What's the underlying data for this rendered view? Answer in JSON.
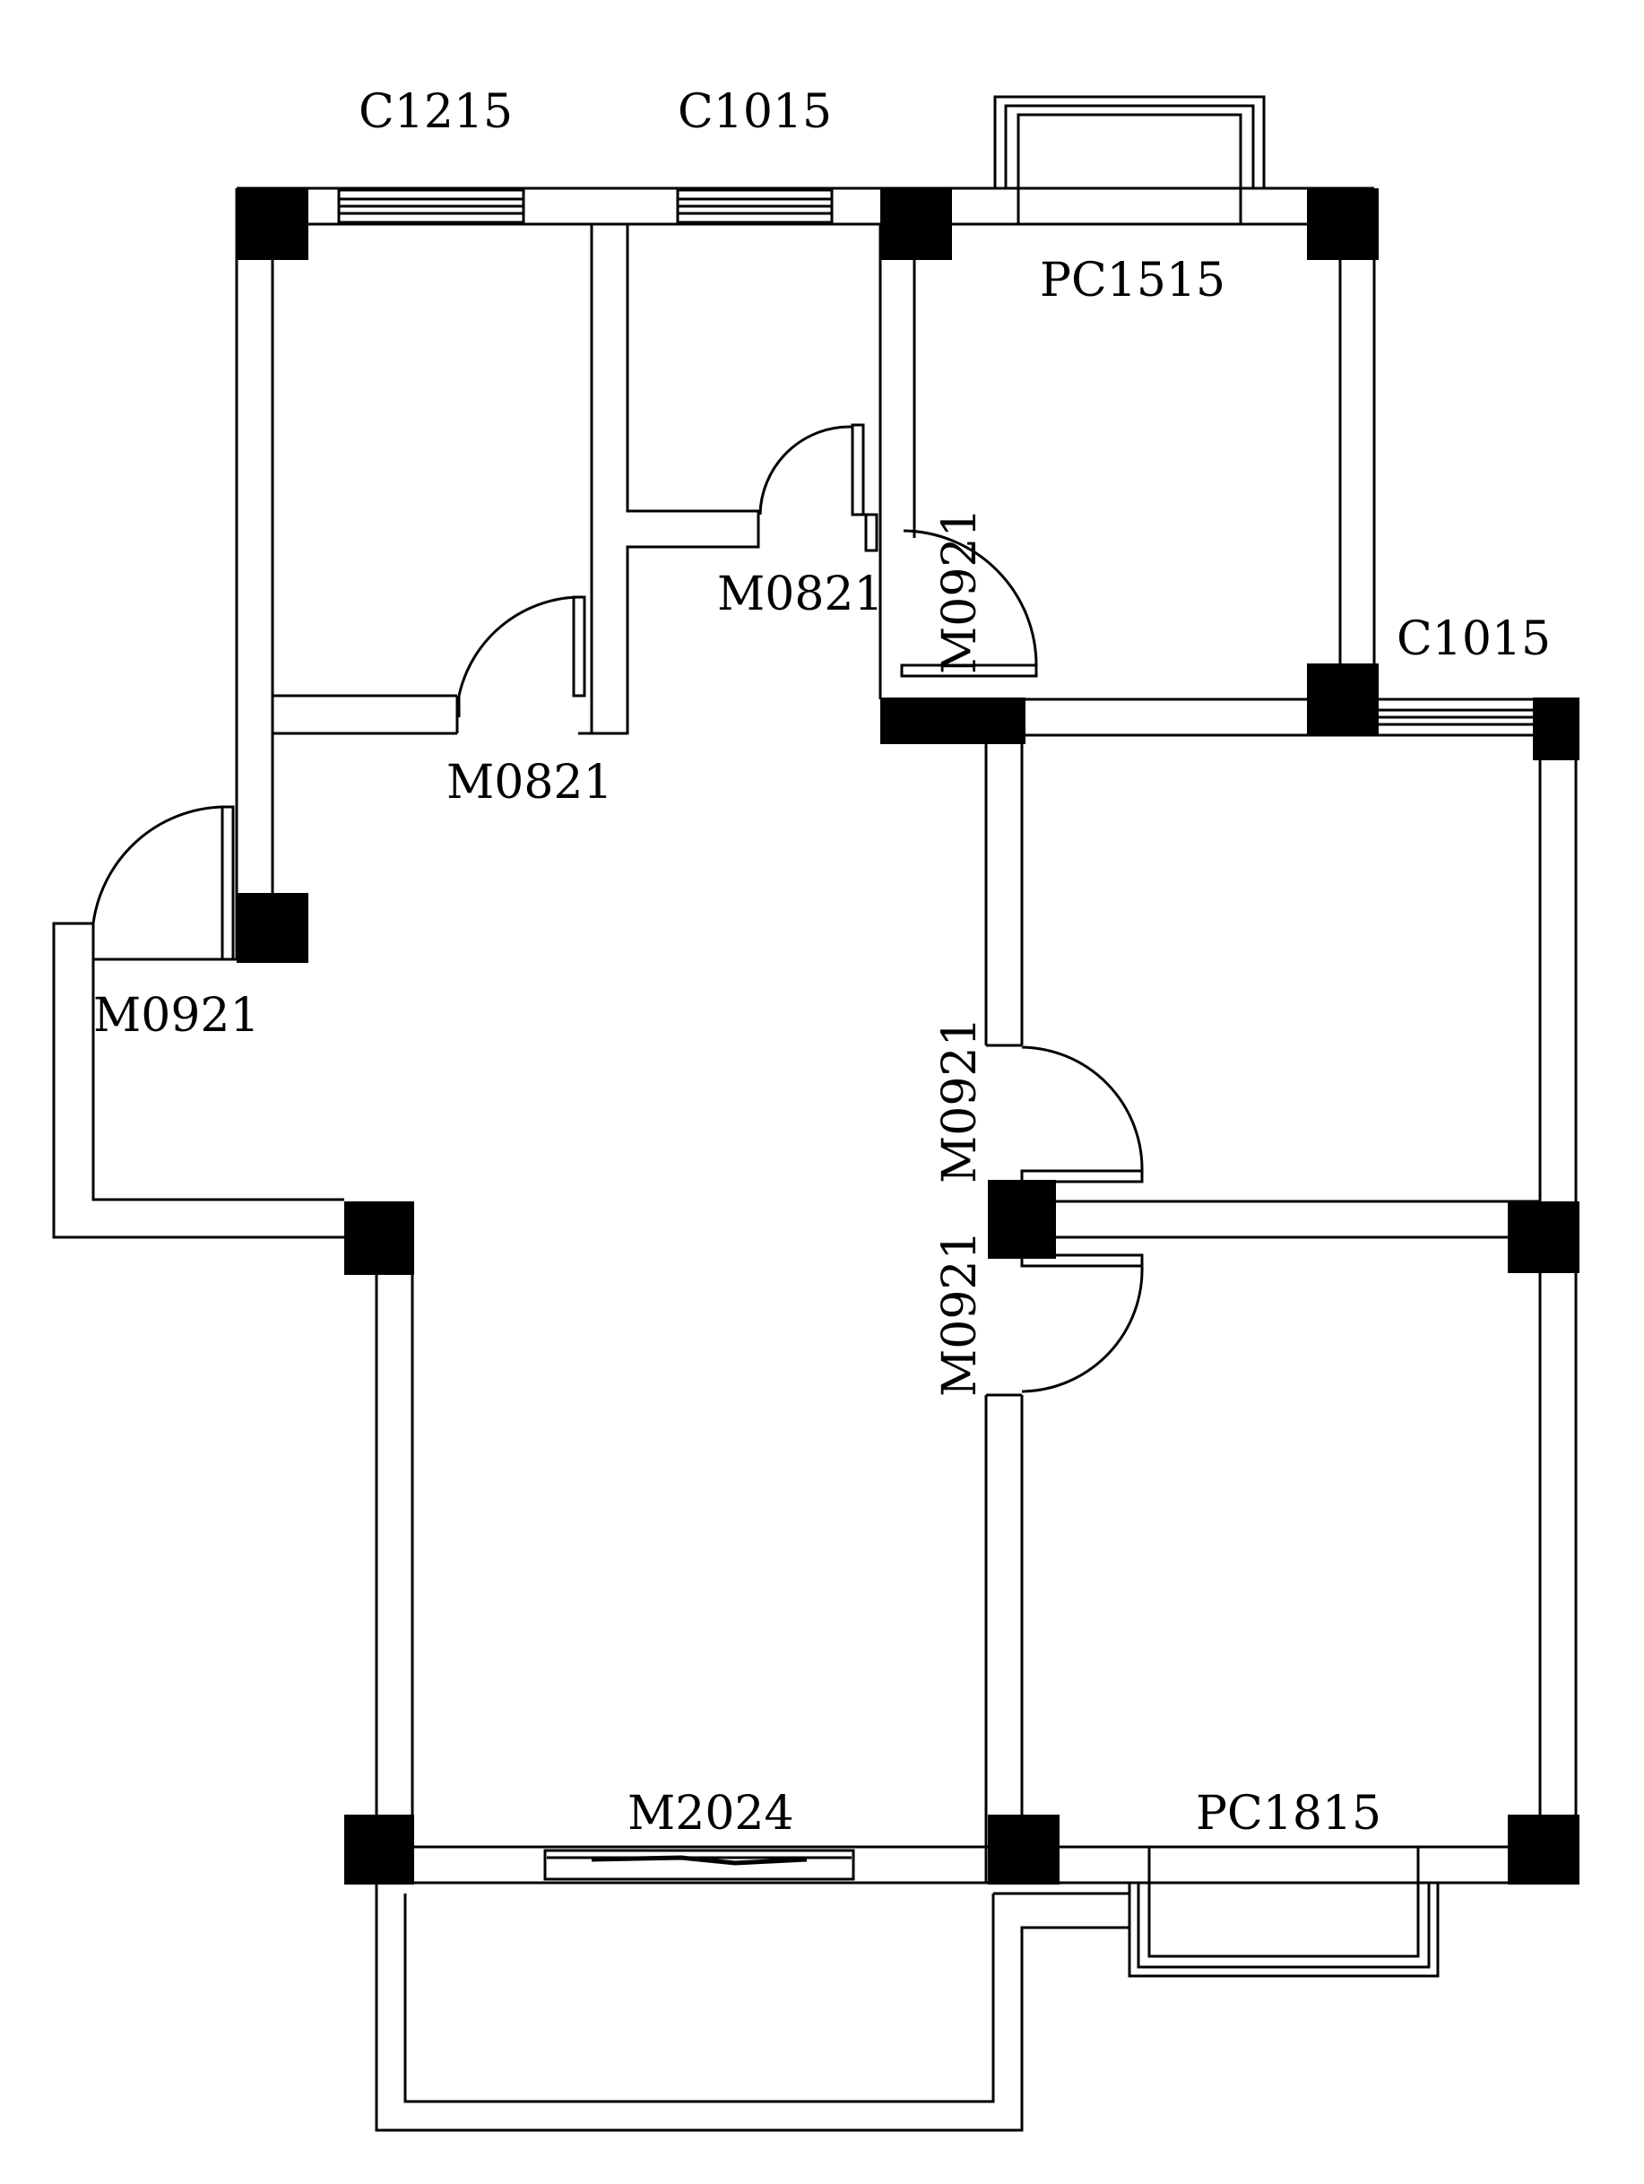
{
  "labels": {
    "c1215_top": "C1215",
    "c1015_top": "C1015",
    "pc1515": "PC1515",
    "m0821_center": "M0821",
    "m0921_vertical_top": "M0921",
    "c1015_right": "C1015",
    "m0821_left": "M0821",
    "m0921_left": "M0921",
    "m0921_mid_upper": "M0921",
    "m0921_mid_lower": "M0921",
    "m2024": "M2024",
    "pc1815": "PC1815"
  },
  "colors": {
    "line": "#000000",
    "background": "#ffffff",
    "column": "#000000"
  }
}
